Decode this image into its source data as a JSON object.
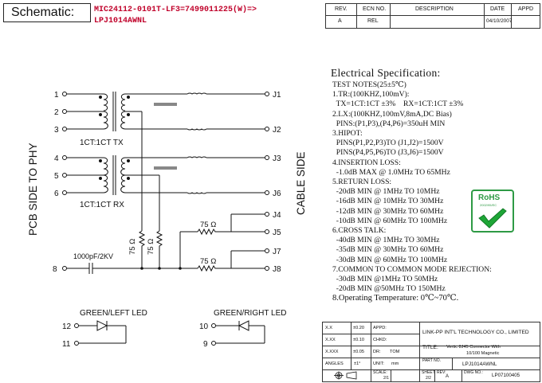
{
  "header": {
    "schematic_label": "Schematic:",
    "part_line1": "MIC24112-0101T-LF3=7499011225(W)=>",
    "part_line2": "LPJ1014AWNL"
  },
  "revision_table": {
    "headers": [
      "REV.",
      "ECN NO.",
      "DESCRIPTION",
      "DATE",
      "APPD"
    ],
    "rows": [
      [
        "A",
        "REL",
        "",
        "04/10/2007",
        ""
      ]
    ]
  },
  "schematic": {
    "left_side_label": "PCB SIDE TO PHY",
    "right_side_label": "CABLE SIDE",
    "left_pins": [
      "1",
      "2",
      "3",
      "4",
      "5",
      "6"
    ],
    "right_pins": [
      "J1",
      "J2",
      "J3",
      "J6",
      "J4",
      "J5",
      "J7",
      "J8"
    ],
    "tx_label": "1CT:1CT TX",
    "rx_label": "1CT:1CT RX",
    "resistor_label": "75 Ω",
    "cap_pin": "8",
    "cap_label": "1000pF/2KV",
    "led_left_title": "GREEN/LEFT LED",
    "led_left_pins": [
      "12",
      "11"
    ],
    "led_right_title": "GREEN/RIGHT LED",
    "led_right_pins": [
      "10",
      "9"
    ]
  },
  "spec": {
    "title": "Electrical Specification:",
    "lines": [
      "TEST NOTES(25±5℃)",
      "1.TR:(100KHZ,100mV):",
      "  TX=1CT:1CT ±3%    RX=1CT:1CT ±3%",
      "2.LX:(100KHZ,100mV,8mA,DC Bias)",
      "  PINS:(P1,P3),(P4,P6)=350uH MIN",
      "3.HIPOT:",
      "  PINS(P1,P2,P3)TO (J1,J2)=1500V",
      "  PINS(P4,P5,P6)TO (J3,J6)=1500V",
      "4.INSERTION LOSS:",
      "  -1.0dB MAX @ 1.0MHz TO 65MHz",
      "5.RETURN LOSS:",
      "  -20dB MIN @ 1MHz TO 10MHz",
      "  -16dB MIN @ 10MHz TO 30MHz",
      "  -12dB MIN @ 30MHz TO 60MHz",
      "  -10dB MIN @ 60MHz TO 100MHz",
      "6.CROSS TALK:",
      "  -40dB MIN @ 1MHz TO 30MHz",
      "  -35dB MIN @ 30MHz TO 60MHz",
      "  -30dB MIN @ 60MHz TO 100MHz",
      "7.COMMON TO COMMON MODE REJECTION:",
      "  -30dB MIN @1MHz TO 50MHz",
      "  -20dB MIN @50MHz TO 150MHz",
      "8.Operating Temperature: 0℃~70℃."
    ]
  },
  "rohs": {
    "text": "RoHS",
    "sub": "2002/95/EC",
    "colors": {
      "border": "#2e9a45",
      "check": "#1ea637"
    }
  },
  "title_block": {
    "tol_xx_label": "X.X",
    "tol_xx": "±0.20",
    "tol_xxx_label": "X.XX",
    "tol_xxx": "±0.10",
    "tol_xxxx_label": "X.XXX",
    "tol_xxxx": "±0.05",
    "angles_label": "ANGLES",
    "angles": "±1°",
    "appd_label": "APPD:",
    "chkd_label": "CHKD:",
    "dr_label": "DR:",
    "dr": "TOM",
    "unit_label": "UNIT:",
    "unit": "mm",
    "company": "LINK-PP INT'L TECHNOLOGY CO., LIMITED",
    "title_label": "TITLE:",
    "title_line1": "Vertic 8J45 Connector With",
    "title_line2": "10/100 Magnetic",
    "part_no_label": "PART NO.",
    "part_no": "LPJ1014AWNL",
    "scale_label": "SCALE:",
    "scale": "2/1",
    "sheet_label": "SHEET:",
    "sheet": "2/2",
    "rev_label": "REV:",
    "rev": "A",
    "dwg_no_label": "DWG NO.:",
    "dwg_no": "LP07100405"
  }
}
